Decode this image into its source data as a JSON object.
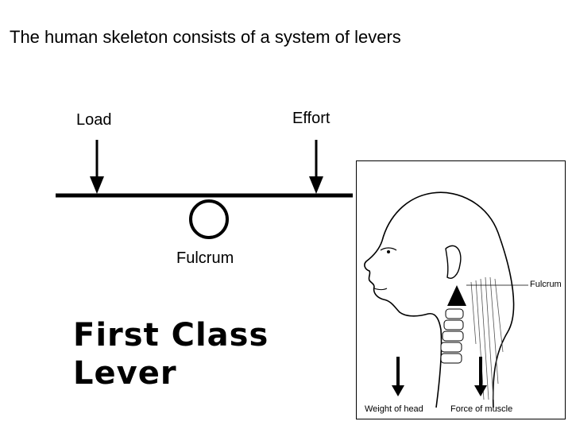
{
  "title": "The human skeleton consists of a system of levers",
  "lever": {
    "load_label": "Load",
    "effort_label": "Effort",
    "fulcrum_label": "Fulcrum",
    "class_line1": "First Class",
    "class_line2": "Lever"
  },
  "figure": {
    "fulcrum_label": "Fulcrum",
    "weight_label": "Weight of head",
    "force_label": "Force of muscle"
  }
}
